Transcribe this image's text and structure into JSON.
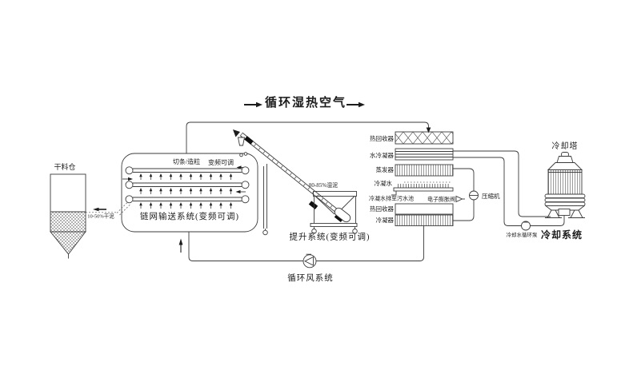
{
  "diagram": {
    "title_top": "循环湿热空气",
    "silo": {
      "label": "干料仓",
      "feed_label": "10-50%干泥"
    },
    "dryer": {
      "cut_label": "切条/造粒",
      "vfd_label": "变频可调",
      "system_label": "链网输送系统(变频可调)"
    },
    "elevator": {
      "wet_mud_label": "80-85%湿泥",
      "system_label": "提升系统(变频可调)"
    },
    "air_loop": {
      "fan_system_label": "循环风系统"
    },
    "heat_pump": {
      "heat_recovery_top": "热回收器",
      "water_condenser": "水冷凝器",
      "evaporator": "蒸发器",
      "condensate": "冷凝水",
      "condensate_drain": "冷凝水排至污水池",
      "expansion_valve": "电子膨胀阀",
      "compressor": "压缩机",
      "heat_recovery_bottom": "热回收器",
      "condenser": "冷凝器"
    },
    "cooling": {
      "tower_label": "冷却塔",
      "pump_label": "冷却水循环泵",
      "system_label": "冷却系统"
    },
    "colors": {
      "line": "#3b3b3b",
      "text": "#1c1c1c",
      "background": "#ffffff"
    }
  }
}
